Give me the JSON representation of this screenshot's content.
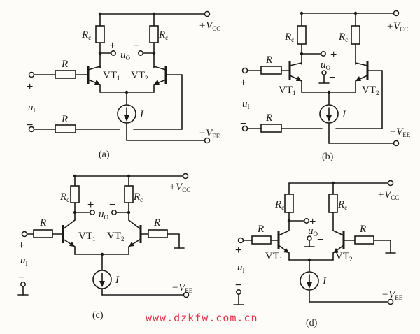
{
  "labels": {
    "vcc": "+V",
    "vcc_sub": "CC",
    "vee": "−V",
    "vee_sub": "EE",
    "rc": "R",
    "rc_sub": "c",
    "r": "R",
    "vt1": "VT",
    "vt1_sub": "1",
    "vt2": "VT",
    "vt2_sub": "2",
    "uo": "u",
    "uo_sub": "O",
    "ui": "u",
    "ui_sub": "I",
    "current": "I",
    "plus": "+",
    "minus": "−"
  },
  "captions": {
    "a": "(a)",
    "b": "(b)",
    "c": "(c)",
    "d": "(d)"
  },
  "watermark": "www.dzkfw.com.cn"
}
